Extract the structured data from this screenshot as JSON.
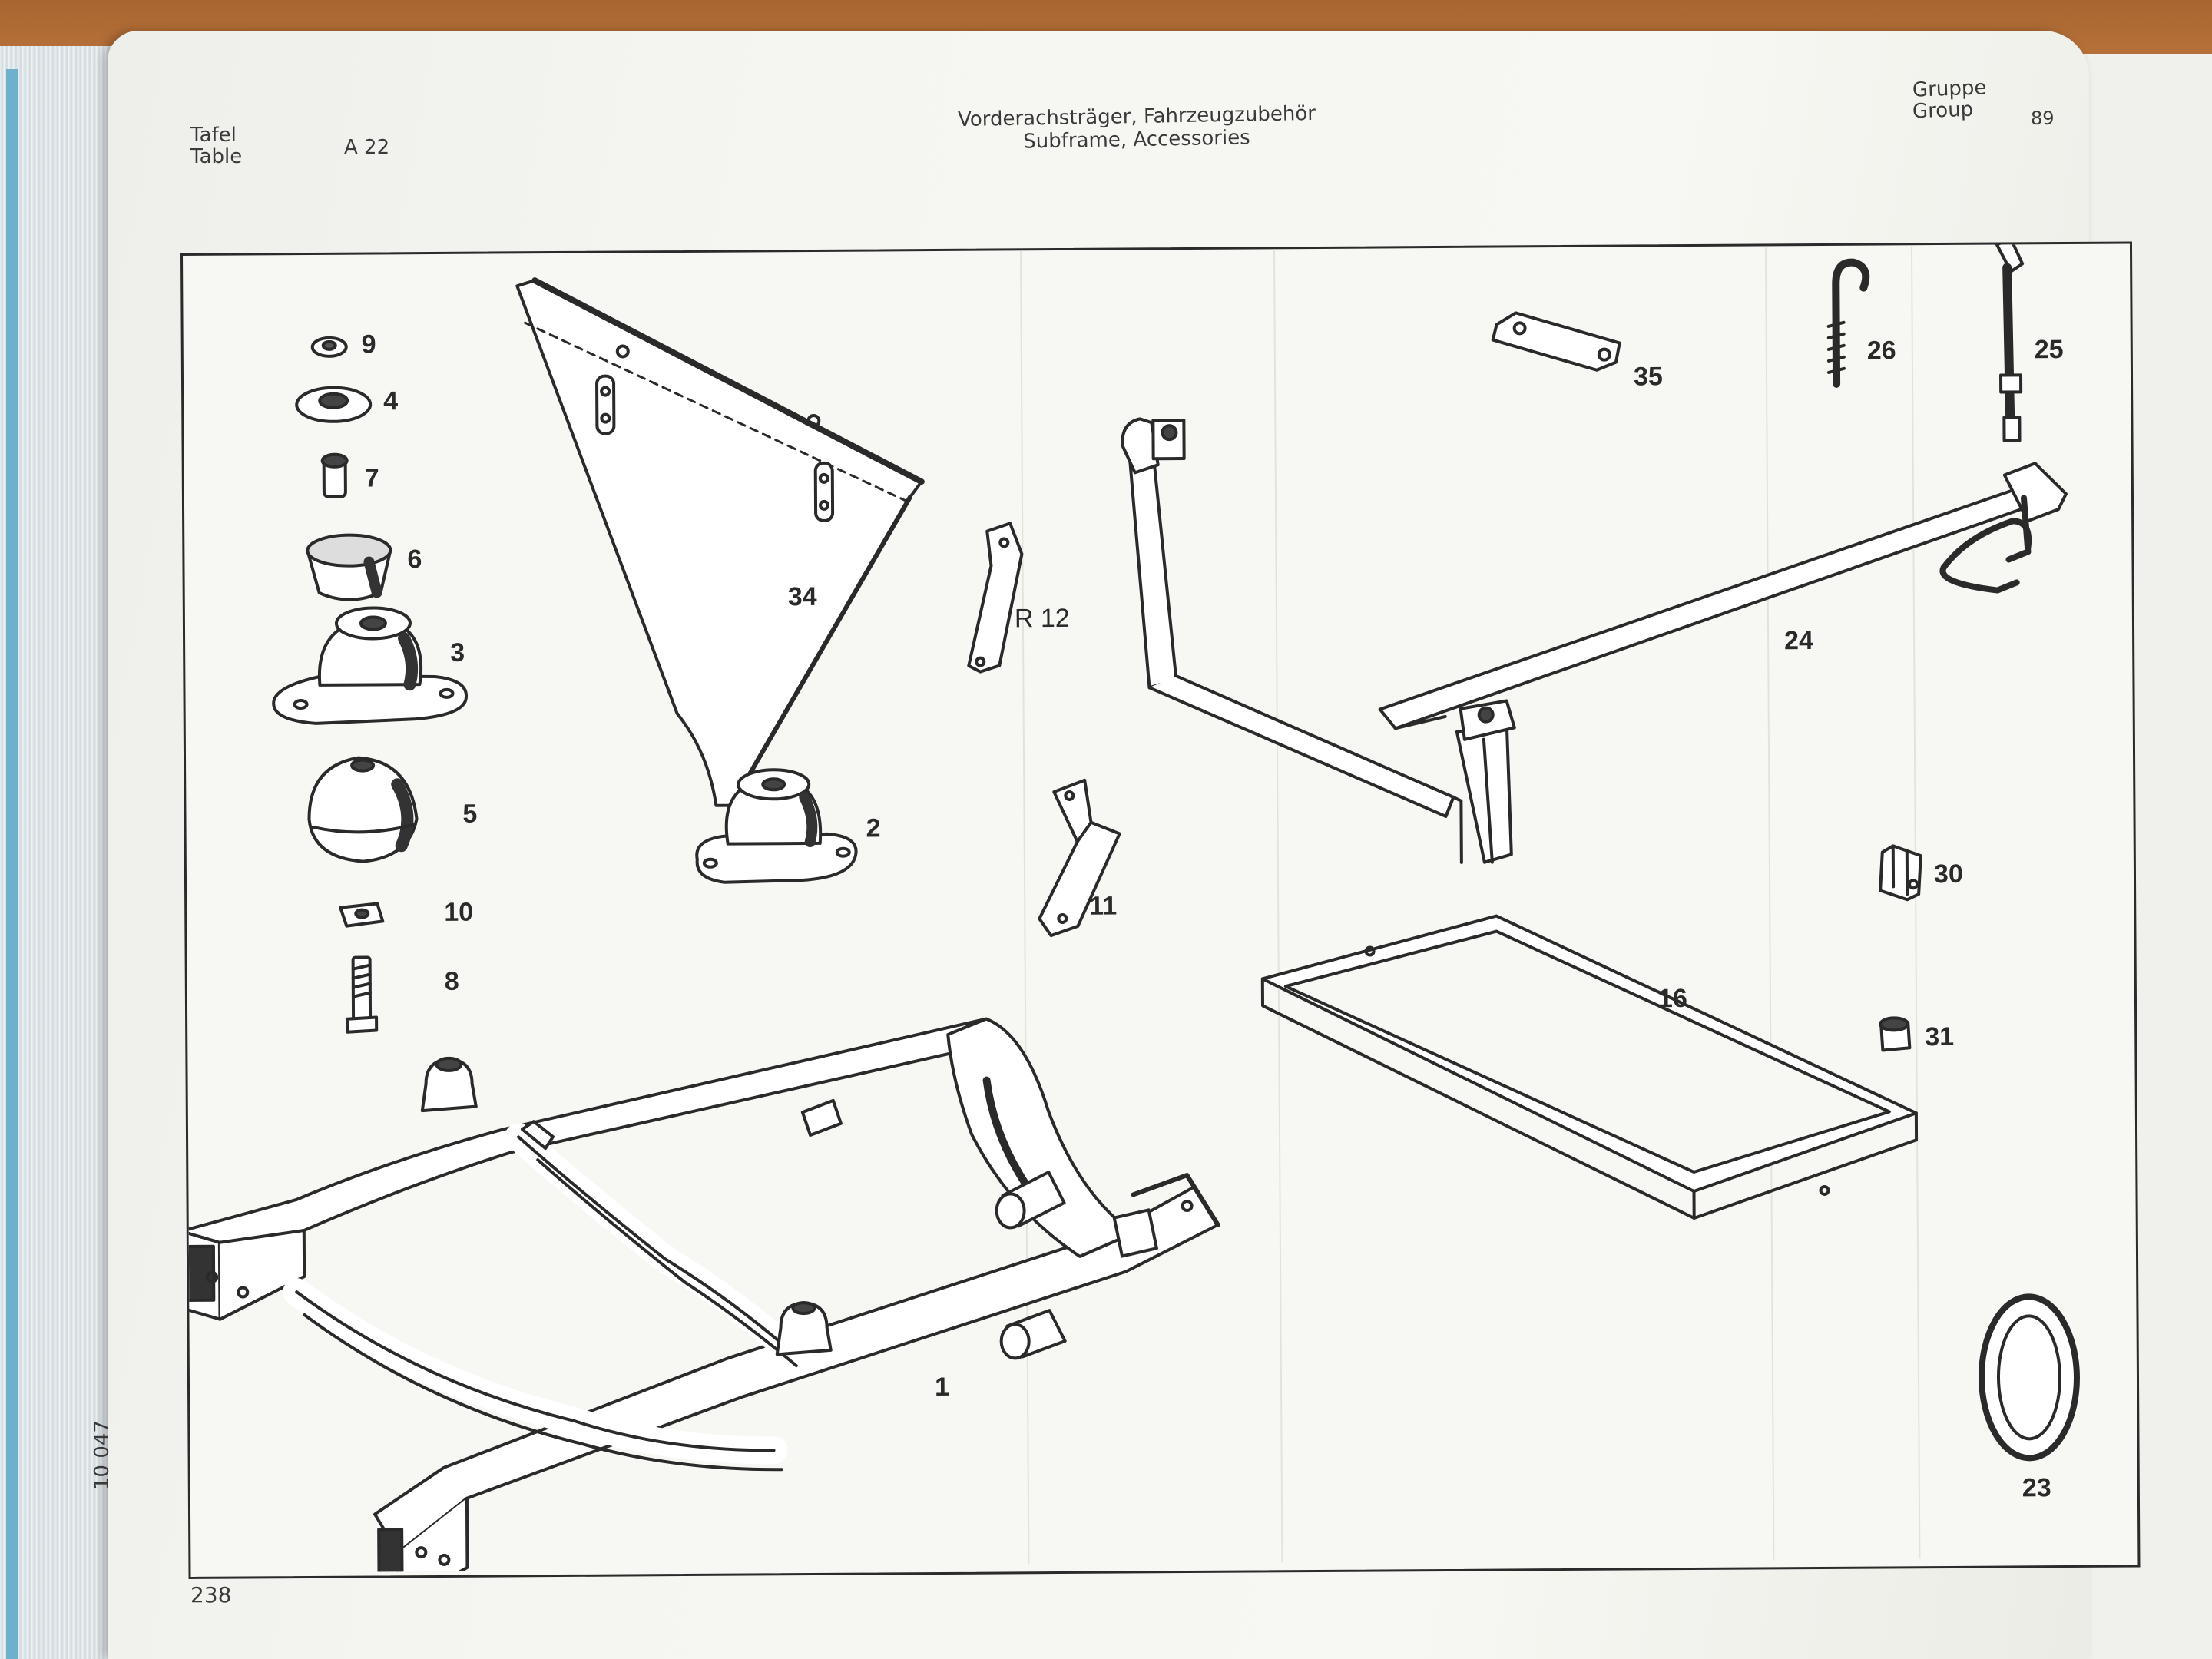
{
  "header": {
    "tafel_label": "Tafel",
    "table_label": "Table",
    "table_number": "A 22",
    "title_de": "Vorderachsträger, Fahrzeugzubehör",
    "title_en": "Subframe, Accessories",
    "gruppe_label": "Gruppe",
    "group_label": "Group",
    "group_number": "89"
  },
  "footer": {
    "page_number": "238",
    "side_code": "10 047"
  },
  "parts": [
    {
      "id": "p9",
      "label": "9"
    },
    {
      "id": "p4",
      "label": "4"
    },
    {
      "id": "p7",
      "label": "7"
    },
    {
      "id": "p6",
      "label": "6"
    },
    {
      "id": "p3",
      "label": "3"
    },
    {
      "id": "p5",
      "label": "5"
    },
    {
      "id": "p10",
      "label": "10"
    },
    {
      "id": "p8",
      "label": "8"
    },
    {
      "id": "p34",
      "label": "34"
    },
    {
      "id": "p2",
      "label": "2"
    },
    {
      "id": "pR12",
      "label": "R 12"
    },
    {
      "id": "p11",
      "label": "11"
    },
    {
      "id": "p35",
      "label": "35"
    },
    {
      "id": "p26",
      "label": "26"
    },
    {
      "id": "p25",
      "label": "25"
    },
    {
      "id": "p24",
      "label": "24"
    },
    {
      "id": "p30",
      "label": "30"
    },
    {
      "id": "p16",
      "label": "16"
    },
    {
      "id": "p31",
      "label": "31"
    },
    {
      "id": "p1",
      "label": "1"
    },
    {
      "id": "p23",
      "label": "23"
    }
  ]
}
